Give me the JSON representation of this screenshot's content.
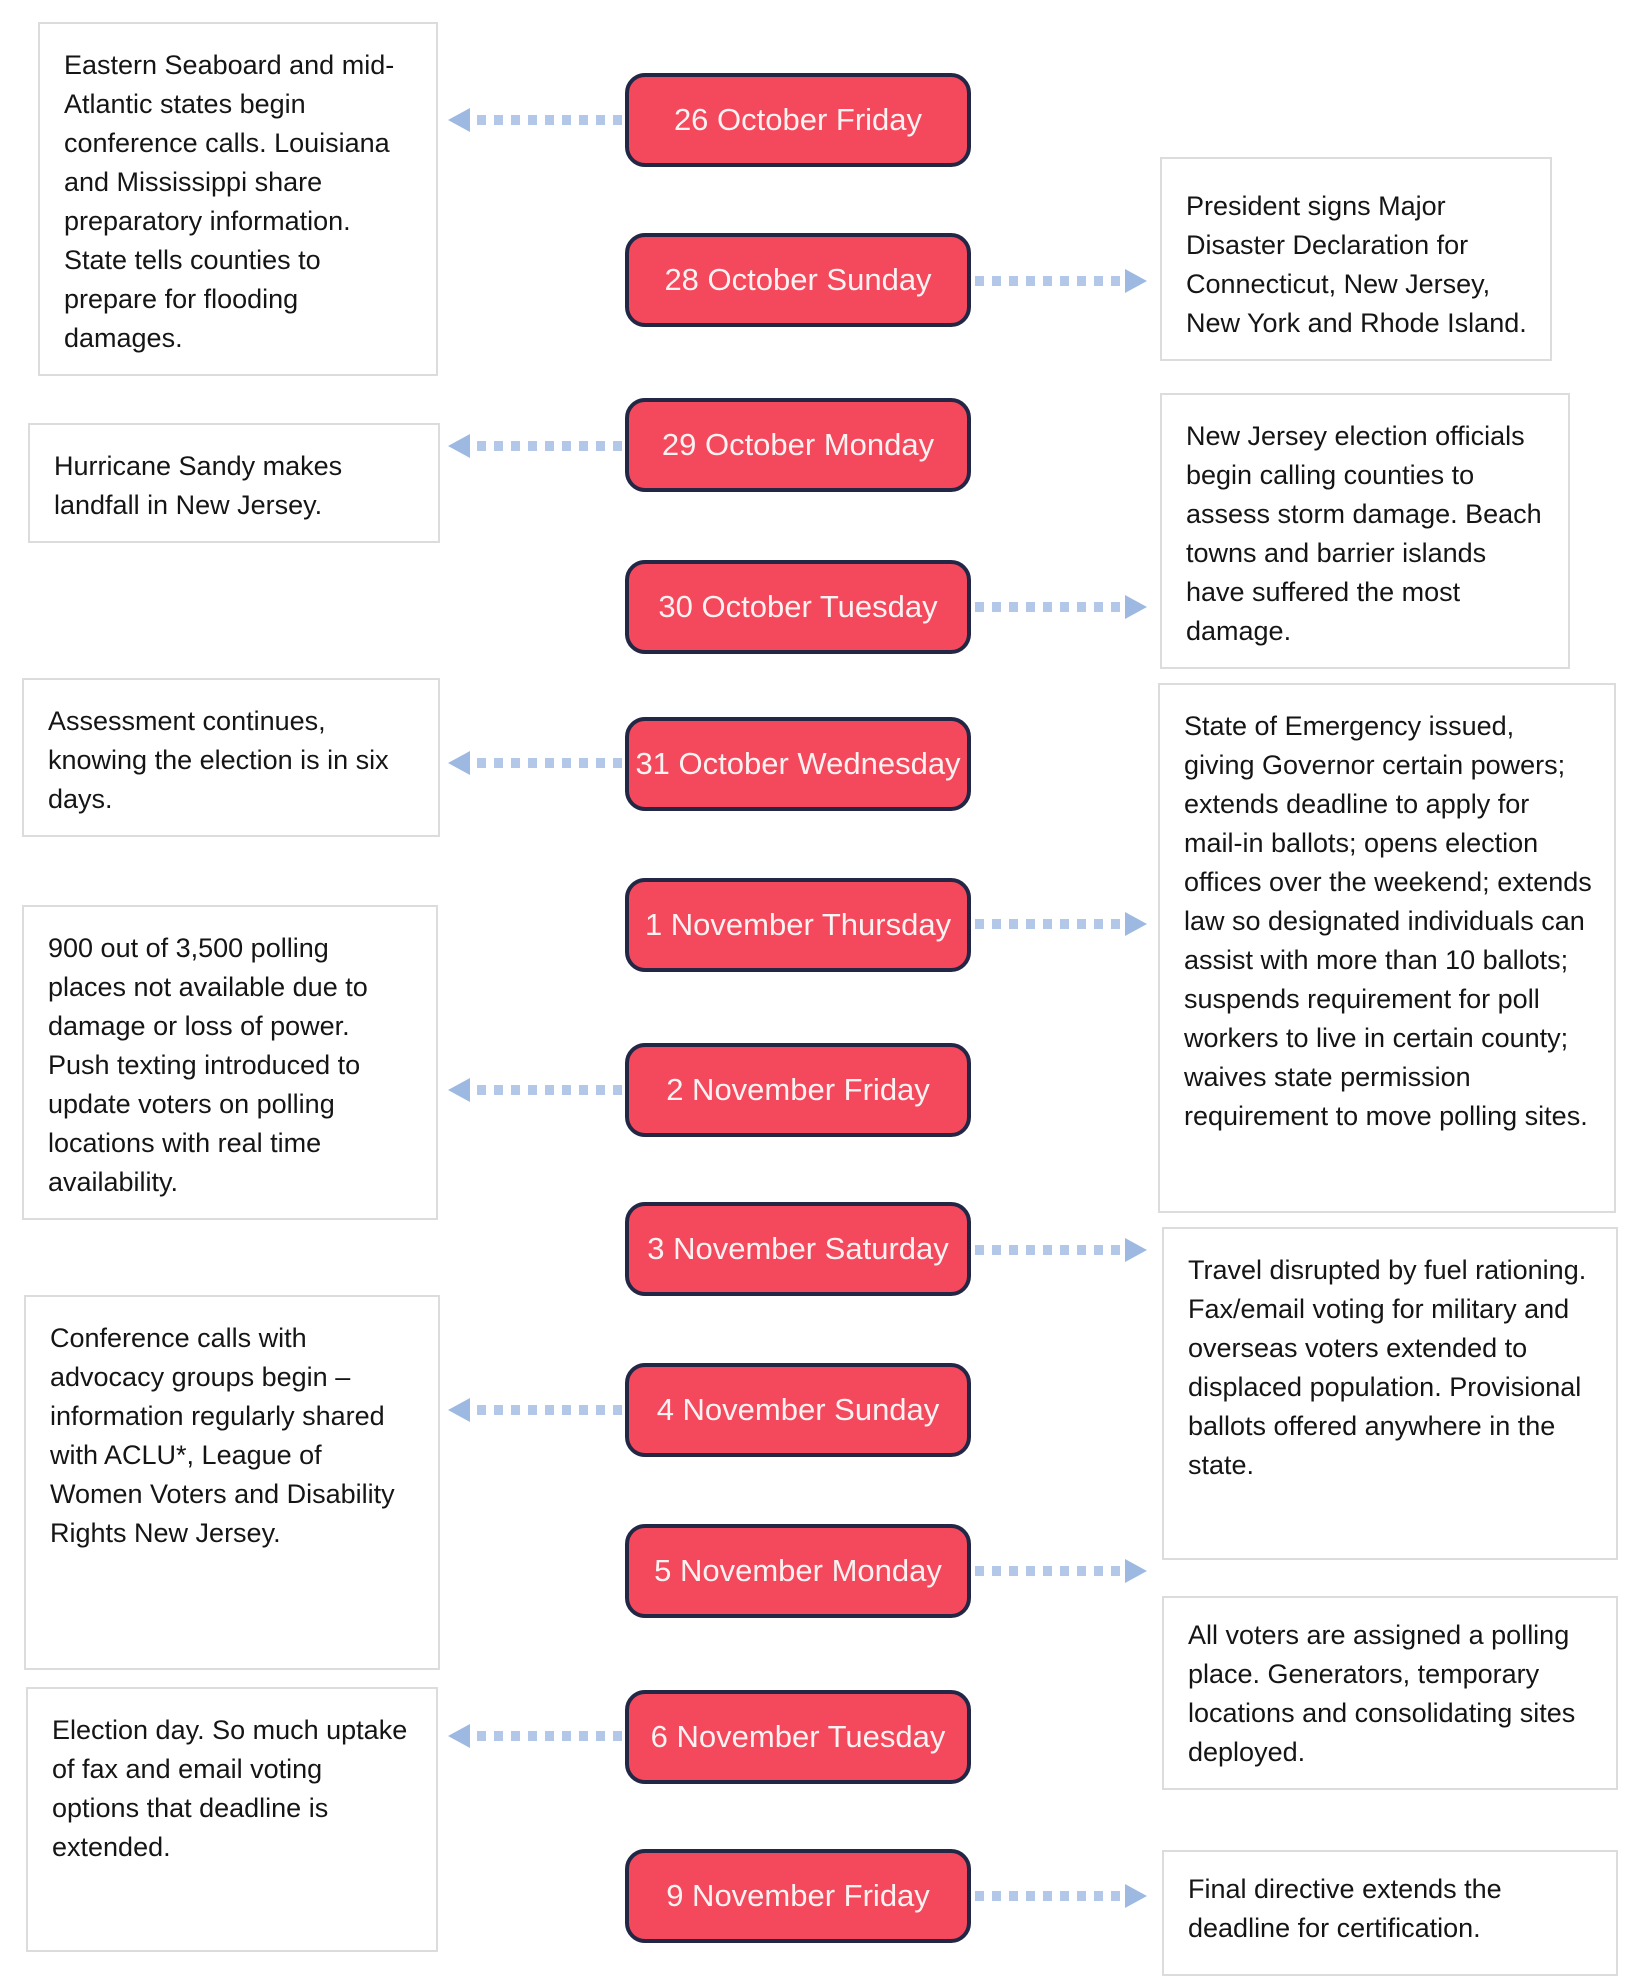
{
  "events": [
    {
      "date": "26 October Friday",
      "side": "left",
      "note": "Eastern Seaboard and mid-Atlantic states begin conference calls. Louisiana and Mississippi share preparatory information. State tells counties to prepare for flooding damages."
    },
    {
      "date": "28 October Sunday",
      "side": "right",
      "note": "President signs Major Disaster Declaration for Connecticut, New Jersey, New York and Rhode Island."
    },
    {
      "date": "29 October Monday",
      "side": "left",
      "note": "Hurricane Sandy makes landfall in New Jersey."
    },
    {
      "date": "30 October Tuesday",
      "side": "right",
      "note": "New Jersey election officials begin calling counties to assess storm damage. Beach towns and barrier islands have suffered the most damage."
    },
    {
      "date": "31 October Wednesday",
      "side": "left",
      "note": "Assessment continues, knowing the election is in six days."
    },
    {
      "date": "1 November Thursday",
      "side": "right",
      "note": "State of Emergency issued, giving Governor certain powers; extends deadline to apply for mail-in ballots; opens election offices over the weekend; extends law so designated individuals can assist with more than 10 ballots; suspends requirement for poll workers to live in certain county; waives state permission requirement to move polling sites."
    },
    {
      "date": "2 November Friday",
      "side": "left",
      "note": "900 out of 3,500 polling places not available due to damage or loss of power. Push texting introduced to update voters on polling locations with real time availability."
    },
    {
      "date": "3 November Saturday",
      "side": "right",
      "note": "Travel disrupted by fuel rationing. Fax/email voting for military and overseas voters extended to displaced population. Provisional ballots offered anywhere in the state."
    },
    {
      "date": "4 November Sunday",
      "side": "left",
      "note": "Conference calls with advocacy groups begin – information regularly shared with ACLU*, League of Women Voters and Disability Rights New Jersey."
    },
    {
      "date": "5 November Monday",
      "side": "right",
      "note": "All voters are assigned a polling place. Generators, temporary locations and consolidating sites deployed."
    },
    {
      "date": "6 November Tuesday",
      "side": "left",
      "note": "Election day. So much uptake of fax and email voting options that deadline is extended."
    },
    {
      "date": "9 November Friday",
      "side": "right",
      "note": "Final directive extends the deadline for certification."
    }
  ],
  "colors": {
    "date_box_fill": "#f4485c",
    "date_box_border": "#232746",
    "date_box_text": "#fcf2f2",
    "arrow": "#b3c7e8",
    "arrow_head": "#9db9e2",
    "note_border": "#dcdcdc",
    "note_text": "#151515"
  }
}
